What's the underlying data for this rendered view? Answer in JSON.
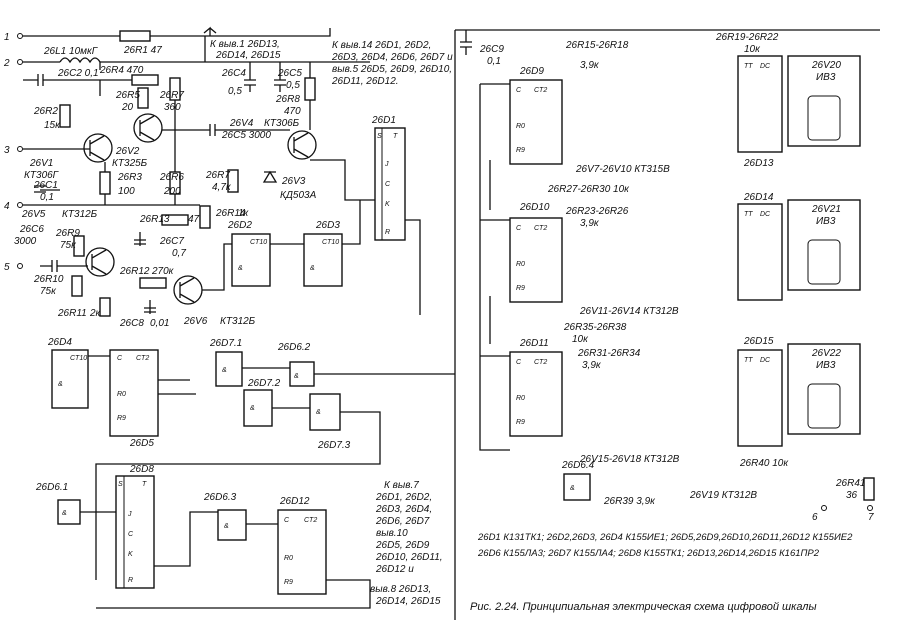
{
  "caption": "Рис. 2.24. Принципиальная электрическая схема цифровой шкалы",
  "terminals": [
    "1",
    "2",
    "3",
    "4",
    "5",
    "6",
    "7"
  ],
  "input_section": {
    "l1": "26L1 10мкГ",
    "r1": "26R1 47",
    "c2": "26C2 0,1",
    "r4": "26R4 470",
    "r5": "26R5",
    "r5v": "20",
    "r7": "26R7",
    "r7v": "360",
    "r2": "26R2",
    "r2v": "15к",
    "v1": "26V1",
    "v1t": "КТ306Г",
    "v2": "26V2",
    "v2t": "КТ325Б",
    "c1": "26C1",
    "c1v": "0,1",
    "r3": "26R3",
    "r3v": "100",
    "r6": "26R6",
    "r6v": "200",
    "v5": "26V5",
    "v5t": "КТ312Б",
    "r13": "26R13",
    "r13v": "470",
    "c6": "26C6",
    "c6v": "3000",
    "r9": "26R9",
    "r9v": "75к",
    "c7": "26C7",
    "c7v": "0,7",
    "r10": "26R10",
    "r10v": "75к",
    "r12": "26R12",
    "r12v": "270к",
    "r11": "26R11",
    "r11v": "2к",
    "c8": "26C8",
    "c8v": "0,01",
    "v6": "26V6",
    "v6t": "КТ312Б",
    "c4": "26C4",
    "c4v": "0,5",
    "c5": "26C5",
    "c5v": "0,5",
    "r8": "26R8",
    "r8v": "470",
    "v4": "26V4",
    "v4t": "КТ306Б",
    "c5b": "26C5 3000",
    "r17": "26R7",
    "r17v": "4,7к",
    "v3": "26V3",
    "v3t": "КД503А",
    "r14": "26R14",
    "r14v": "1к"
  },
  "power_notes": {
    "n1": "К выв.1 26D13,",
    "n1b": "26D14, 26D15",
    "n2": "К выв.14 26D1, 26D2,",
    "n2b": "26D3, 26D4, 26D6, 26D7 и",
    "n2c": "выв.5 26D5, 26D9, 26D10,",
    "n2d": "26D11, 26D12.",
    "c9": "26C9",
    "c9v": "0,1"
  },
  "chips": {
    "d1": "26D1",
    "d2": "26D2",
    "d3": "26D3",
    "d4": "26D4",
    "d5": "26D5",
    "d61": "26D6.1",
    "d62": "26D6.2",
    "d63": "26D6.3",
    "d64": "26D6.4",
    "d71": "26D7.1",
    "d72": "26D7.2",
    "d73": "26D7.3",
    "d8": "26D8",
    "d9": "26D9",
    "d10": "26D10",
    "d11": "26D11",
    "d12": "26D12",
    "d13": "26D13",
    "d14": "26D14",
    "d15": "26D15"
  },
  "chip_text": {
    "t": "T",
    "s": "S",
    "j": "J",
    "c": "C",
    "k": "K",
    "r": "R",
    "ct10": "CT10",
    "ct2": "CT2",
    "r0": "R0",
    "r9": "R9",
    "amp": "&",
    "tt": "TT",
    "dc": "DC"
  },
  "indicator_section": {
    "r15": "26R15-26R18",
    "r15v": "3,9к",
    "r19": "26R19-26R22",
    "r19v": "10к",
    "v20": "26V20",
    "v21": "26V21",
    "v22": "26V22",
    "ivz": "ИВ3",
    "v7": "26V7-26V10 КТ315В",
    "r27": "26R27-26R30 10к",
    "r23": "26R23-26R26",
    "r23v": "3,9к",
    "v11": "26V11-26V14 КТ312В",
    "r35": "26R35-26R38",
    "r35v": "10к",
    "r31": "26R31-26R34",
    "r31v": "3,9к",
    "v15": "26V15-26V18 КТ312В",
    "r40": "26R40 10к",
    "r39": "26R39 3,9к",
    "v19": "26V19 КТ312В",
    "r41": "26R41",
    "r41v": "36"
  },
  "bottom_notes": {
    "a1": "К выв.7",
    "a2": "26D1, 26D2,",
    "a3": "26D3, 26D4,",
    "a4": "26D6, 26D7",
    "a5": "выв.10",
    "a6": "26D5, 26D9",
    "a7": "26D10, 26D11,",
    "a8": "26D12 и",
    "a9": "выв.8 26D13,",
    "a10": "26D14, 26D15"
  },
  "legend": {
    "l1": "26D1 К131ТК1; 26D2,26D3, 26D4 К155ИЕ1; 26D5,26D9,26D10,26D11,26D12 К155ИЕ2",
    "l2": "26D6 К155ЛА3; 26D7 К155ЛА4; 26D8 К155ТК1; 26D13,26D14,26D15 К161ПР2"
  }
}
